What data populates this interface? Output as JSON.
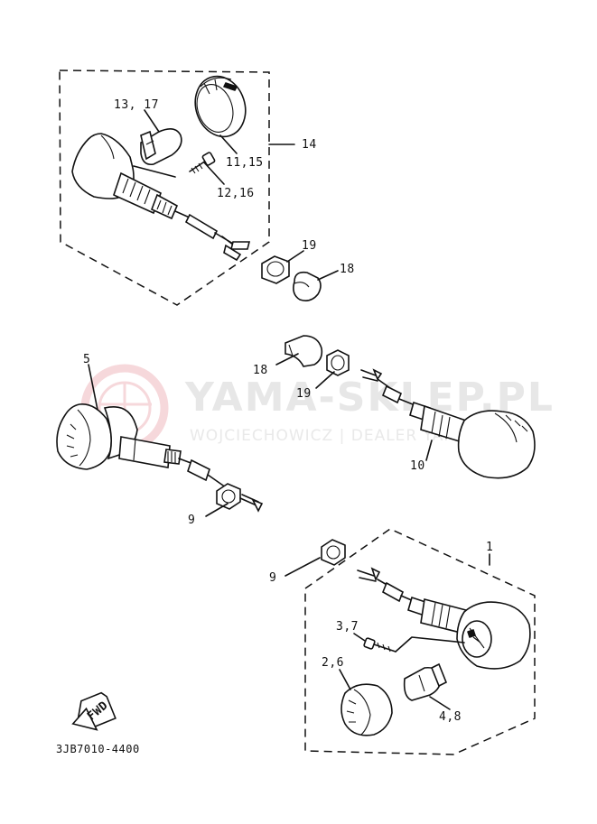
{
  "watermark": {
    "title": "YAMA-SKLEP.PL",
    "subtitle": "WOJCIECHOWICZ | DEALER YAMAHA",
    "color": "#e0e0e0",
    "logo_color": "#f3c9cd"
  },
  "diagram_code": "3JB7010-4400",
  "fwd_label": "FWD",
  "callouts": {
    "c13_17": "13, 17",
    "c11_15": "11,15",
    "c14": "14",
    "c12_16": "12,16",
    "c19_top": "19",
    "c18_top": "18",
    "c5": "5",
    "c18_mid": "18",
    "c19_mid": "19",
    "c10": "10",
    "c9_mid": "9",
    "c1": "1",
    "c9_bot": "9",
    "c3_7": "3,7",
    "c2_6": "2,6",
    "c4_8": "4,8"
  }
}
